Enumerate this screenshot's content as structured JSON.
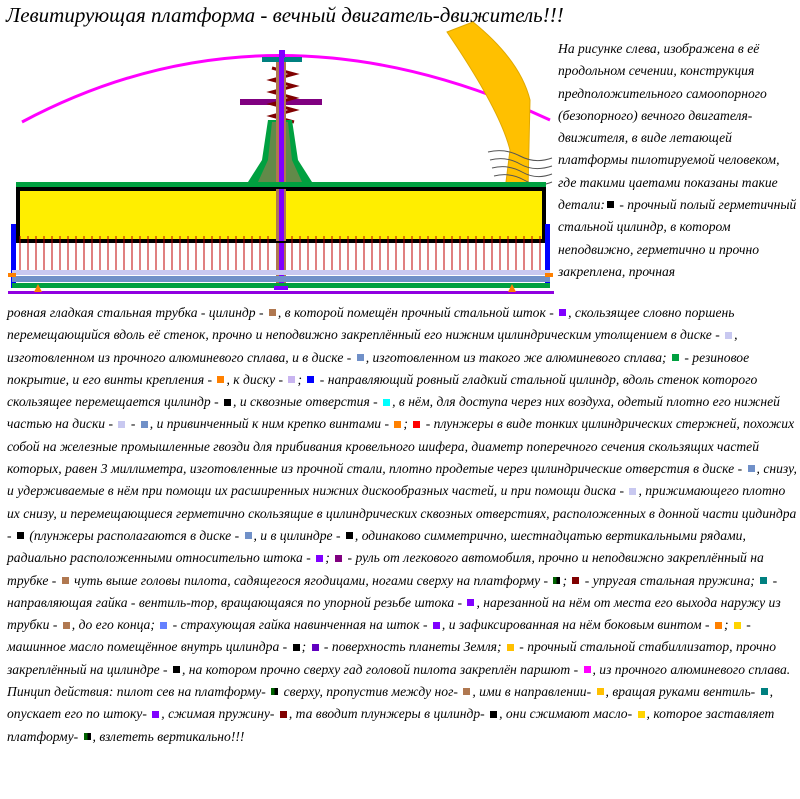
{
  "title": "Левитирующая платформа - вечный двигатель-движитель!!!",
  "colors": {
    "black": "#000000",
    "brown": "#b07850",
    "violet": "#8000ff",
    "lavender": "#c8c8f0",
    "steel_blue": "#7090c8",
    "orange": "#ff8000",
    "light_violet": "#c8b4f0",
    "blue": "#0000ff",
    "cyan": "#00ffff",
    "red": "#ff0000",
    "green": "#008000",
    "dark_red": "#800000",
    "teal": "#008080",
    "medium_blue": "#6480ff",
    "yellow": "#ffd400",
    "purple": "#800080",
    "magenta": "#ff00ff",
    "dark_green": "#006400",
    "maroon": "#800000",
    "gold": "#ffc000"
  },
  "side_text": {
    "intro": "На рисунке слева, изображена в её продольном сечении, конструкция предположительного самоопорного (безопорного) вечного двигателя-движителя, в виде летающей платформы пилотируемой человеком, где такими цаетами показаны такие детали:",
    "after_black": " - прочный полый герметичный стальной цилиндр, в котором неподвижно, герметично и прочно закреплена, прочная"
  },
  "body": {
    "s1": "ровная гладкая стальная трубка - цилиндр - ",
    "s2": ", в которой помещён прочный стальной шток - ",
    "s3": ", скользящее словно поршень перемещающийся вдоль её стенок, прочно и неподвижно закреплённый его нижним цилиндрическим утолщением в диске - ",
    "s4": ", изготовленном из прочного алюминевого сплава, и в диске - ",
    "s5": ", изготовленном из такого же алюминевого сплава; ",
    "s6": " - резиновое покрытие, и его винты крепления - ",
    "s7": ", к диску - ",
    "s8": "; ",
    "s9": " - направляющий ровный гладкий стальной цилиндр, вдоль стенок которого скользящее перемещается цилиндр - ",
    "s10": ", и сквозные отверстия - ",
    "s11": ", в нём, для доступа через них воздуха, одетый плотно его нижней частью на диски - ",
    "s12": " - ",
    "s13": ", и привинченный к ним крепко винтами - ",
    "s14": "; ",
    "s15": " - плунжеры в виде тонких цилиндрических стержней, похожих собой на железные промышленные гвозди для прибивания кровельного шифера, диаметр поперечного сечения скользящих частей которых, равен 3 миллиметра, изготовленные из прочной стали, плотно продетые через цилиндрические отверстия в диске - ",
    "s16": ", снизу, и удерживаемые в нём при помощи их расширенных нижних дискообразных частей, и при помощи диска - ",
    "s17": ", прижимающего плотно их снизу, и перемещающиеся герметично скользящие в цилиндрических сквозных отверстиях, расположенных в донной части цидиндра - ",
    "s18": " (плунжеры располагаются в диске - ",
    "s19": ", и в цилиндре - ",
    "s20": ", одинаково симметрично, шестнадцатью вертикальными рядами, радиально расположенными относительно штока - ",
    "s21": "; ",
    "s22": " - руль от легкового автомобиля, прочно и неподвижно закреплённый на трубке - ",
    "s23": " чуть выше головы пилота, садящегося ягодицами, ногами сверху на платформу - ",
    "s24": "; ",
    "s25": " - упругая стальная пружина; ",
    "s26": " - направляющая гайка - вентиль-тор, вращающаяся по упорной резьбе штока - ",
    "s27": ", нарезанной на нём от места его выхода наружу из трубки - ",
    "s28": ", до его конца; ",
    "s29": " - страхующая гайка навинченная на шток - ",
    "s30": ", и зафиксированная на нём боковым винтом - ",
    "s31": "; ",
    "s32": " - машинное масло помещённое внутрь цилиндра - ",
    "s33": "; ",
    "s34": " - поверхность планеты Земля; ",
    "s35": " - прочный стальной стабиллизатор, прочно закреплённый на цилиндре - ",
    "s36": ", на котором прочно сверху гад головой пилота закреплён паршют - ",
    "s37": ", из прочного алюминевого сплава. Пинцип действия: пилот сев на платформу- ",
    "s38": " сверху, пропустив между ног- ",
    "s39": ", ими в направлении- ",
    "s40": ", вращая руками вентиль- ",
    "s41": ", опускает его по штоку- ",
    "s42": ", сжимая пружину- ",
    "s43": ", та вводит плунжеры в цилиндр- ",
    "s44": ", они сжимают масло- ",
    "s45": ", которое заставляет платформу- ",
    "s46": ", взлететь вертикально!!!"
  }
}
